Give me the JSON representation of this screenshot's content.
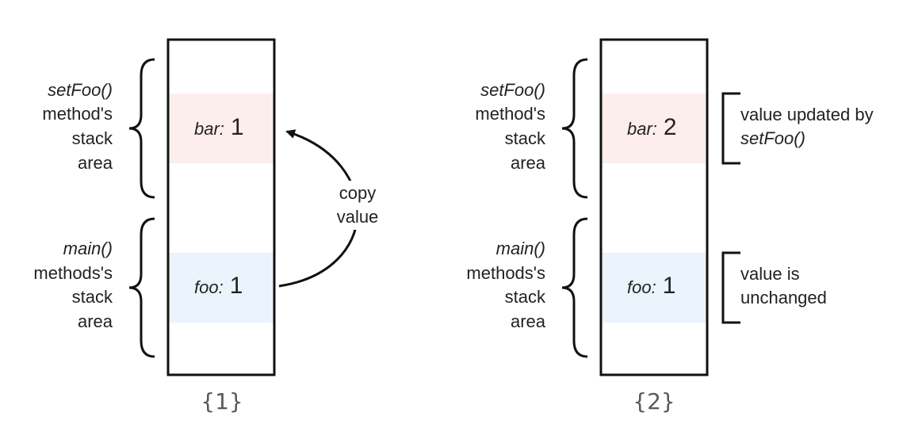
{
  "colors": {
    "stroke": "#111111",
    "setfoo_region": "#fdeeee",
    "main_region": "#ebf3fd",
    "text": "#222222",
    "caption": "#555a60"
  },
  "panel1": {
    "caption": "{1}",
    "setfoo_label": {
      "line1": "setFoo()",
      "line2": "method's",
      "line3": "stack",
      "line4": "area"
    },
    "main_label": {
      "line1": "main()",
      "line2": "methods's",
      "line3": "stack",
      "line4": "area"
    },
    "bar": {
      "name": "bar:",
      "value": "1"
    },
    "foo": {
      "name": "foo:",
      "value": "1"
    },
    "arrow_label": {
      "line1": "copy",
      "line2": "value"
    }
  },
  "panel2": {
    "caption": "{2}",
    "setfoo_label": {
      "line1": "setFoo()",
      "line2": "method's",
      "line3": "stack",
      "line4": "area"
    },
    "main_label": {
      "line1": "main()",
      "line2": "methods's",
      "line3": "stack",
      "line4": "area"
    },
    "bar": {
      "name": "bar:",
      "value": "2"
    },
    "foo": {
      "name": "foo:",
      "value": "1"
    },
    "bar_note": {
      "line1": "value updated by",
      "line2": "setFoo()"
    },
    "foo_note": {
      "line1": "value is",
      "line2": "unchanged"
    }
  }
}
